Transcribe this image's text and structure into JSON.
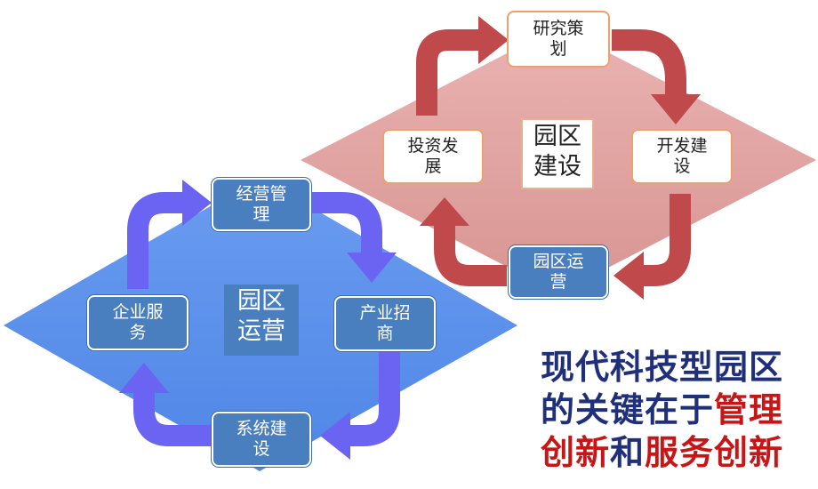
{
  "colors": {
    "pink_diamond": "#e2a5a2",
    "blue_diamond": "#5f93ea",
    "red_arrow": "#c0494c",
    "purple_arrow": "#6b63f2",
    "title_blue": "#1f2f7a",
    "title_red": "#c81616"
  },
  "top_cycle": {
    "center_line1": "园区",
    "center_line2": "建设",
    "node_top_l1": "研究策",
    "node_top_l2": "划",
    "node_right_l1": "开发建",
    "node_right_l2": "设",
    "node_bottom_l1": "园区运",
    "node_bottom_l2": "营",
    "node_left_l1": "投资发",
    "node_left_l2": "展"
  },
  "bottom_cycle": {
    "center_line1": "园区",
    "center_line2": "运营",
    "node_top_l1": "经营管",
    "node_top_l2": "理",
    "node_right_l1": "产业招",
    "node_right_l2": "商",
    "node_bottom_l1": "系统建",
    "node_bottom_l2": "设",
    "node_left_l1": "企业服",
    "node_left_l2": "务"
  },
  "headline": {
    "line1": "现代科技型园区",
    "line2_a": "的关键在于",
    "line2_b": "管理",
    "line3_a": "创新",
    "line3_b": "和",
    "line3_c": "服务创新"
  }
}
